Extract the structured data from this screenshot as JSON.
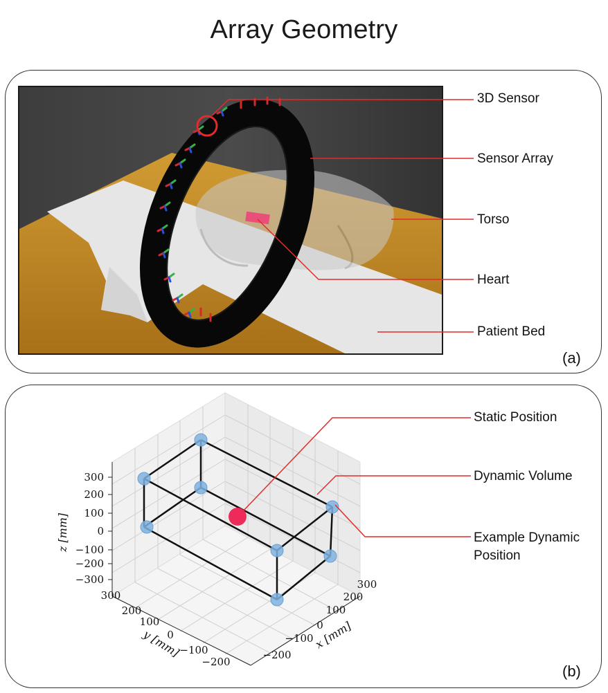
{
  "title": "Array Geometry",
  "panel_a": {
    "tag": "(a)",
    "labels": {
      "sensor": "3D Sensor",
      "array": "Sensor Array",
      "torso": "Torso",
      "heart": "Heart",
      "bed": "Patient Bed"
    }
  },
  "panel_b": {
    "tag": "(b)",
    "labels": {
      "static": "Static Position",
      "volume": "Dynamic Volume",
      "example_line1": "Example Dynamic",
      "example_line2": "Position"
    },
    "axes": {
      "zlabel": "z [mm]",
      "ylabel": "y [mm]",
      "xlabel": "x [mm]",
      "z_ticks": [
        "300",
        "200",
        "100",
        "0",
        "−100",
        "−200",
        "−300"
      ],
      "y_ticks": [
        "300",
        "200",
        "100",
        "0",
        "−100",
        "−200"
      ],
      "x_ticks": [
        "300",
        "200",
        "100",
        "0",
        "−100",
        "−200"
      ]
    },
    "colors": {
      "static_point": "#ee2a5a",
      "corner_points": "#7fb2e0",
      "callout_line": "#e32b2b"
    }
  }
}
